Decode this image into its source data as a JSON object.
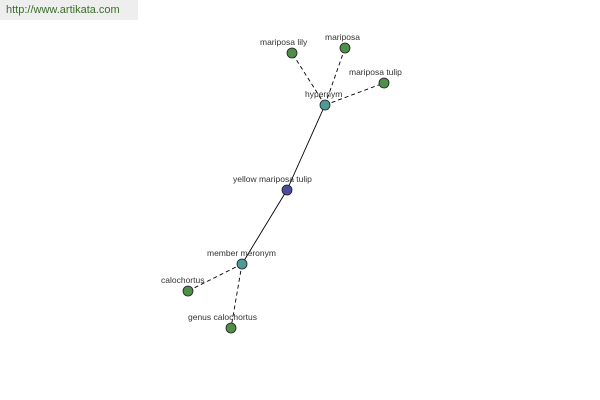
{
  "watermark": {
    "text": "http://www.artikata.com"
  },
  "colors": {
    "leaf": "#4f8f4a",
    "relation": "#4f9a94",
    "center": "#4b4f99"
  },
  "nodes": {
    "mariposa_lily": "mariposa lily",
    "mariposa": "mariposa",
    "mariposa_tulip": "mariposa tulip",
    "hypernym": "hypernym",
    "yellow_mariposa_tulip": "yellow mariposa tulip",
    "member_meronym": "member meronym",
    "calochortus": "calochortus",
    "genus_calochortus": "genus calochortus"
  }
}
